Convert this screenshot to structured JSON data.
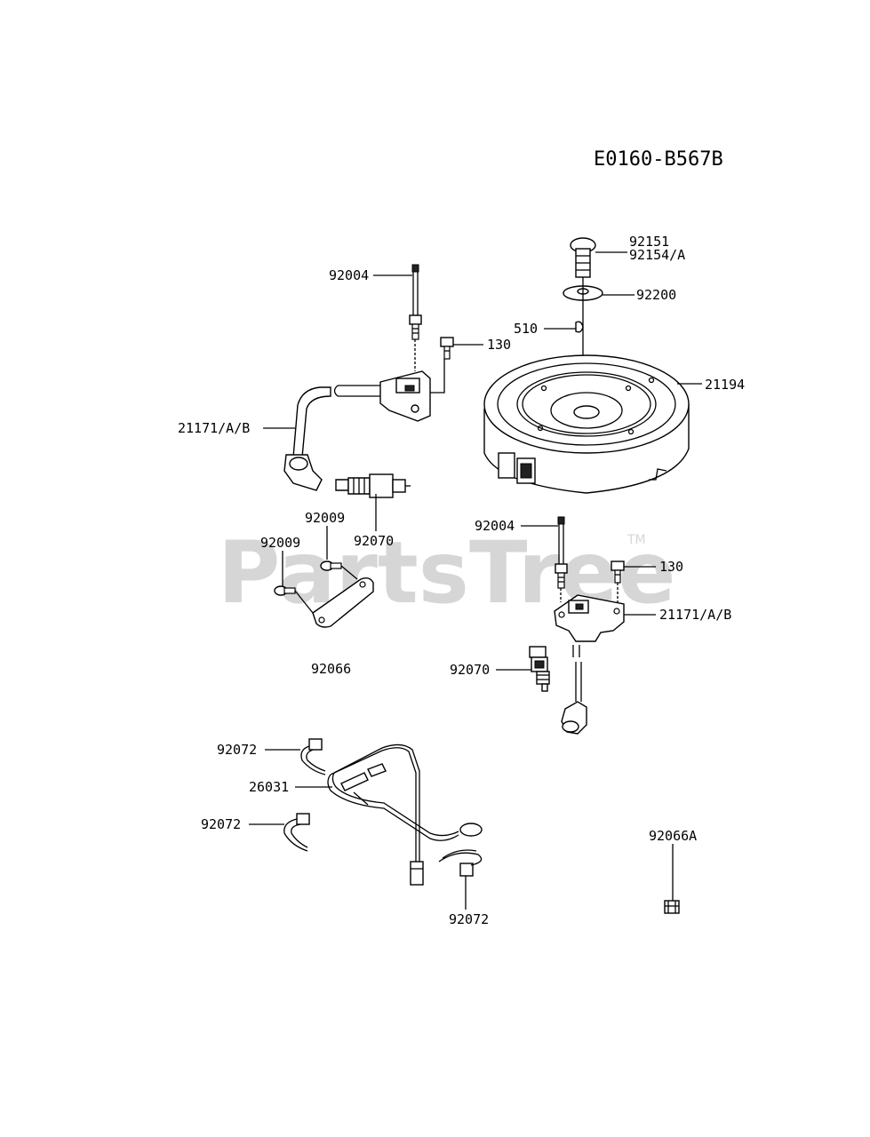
{
  "diagram_code": "E0160-B567B",
  "watermark": {
    "text": "PartsTree",
    "trademark": "TM"
  },
  "parts": {
    "flywheel_bolt_a": "92151",
    "flywheel_bolt_b": "92154/A",
    "washer": "92200",
    "key": "510",
    "flywheel": "21194",
    "bolt_upper": "92004",
    "bolt_small_upper": "130",
    "coil_upper": "21171/A/B",
    "plug_upper": "92070",
    "screw_a": "92009",
    "screw_b": "92009",
    "plate": "92066",
    "bolt_lower": "92004",
    "bolt_small_lower": "130",
    "coil_lower": "21171/A/B",
    "plug_lower": "92070",
    "clamp_a": "92072",
    "harness": "26031",
    "clamp_b": "92072",
    "clamp_c": "92072",
    "nut": "92066A"
  }
}
